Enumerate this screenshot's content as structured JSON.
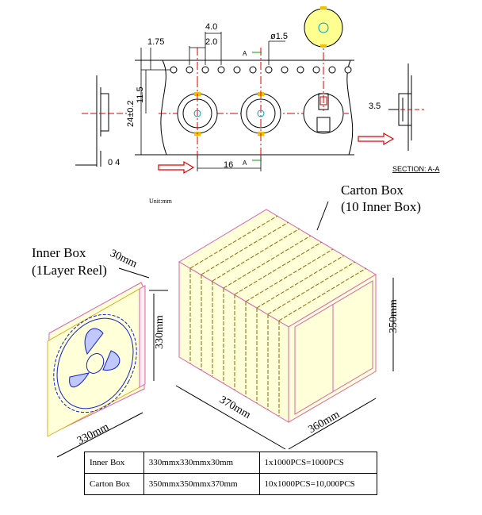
{
  "tape": {
    "dim_pitch_4": "4.0",
    "dim_2": "2.0",
    "dim_1_75": "1.75",
    "dim_hole": "ø1.5",
    "dim_11_5": "11.5",
    "dim_width": "24±0.2",
    "dim_pocket_pitch": "16",
    "dim_thickness": "0 4",
    "dim_depth": "3.5",
    "section_mark": "A",
    "section_label": "SECTION: A-A"
  },
  "unit_label": "Unit:mm",
  "carton": {
    "title_line1": "Carton Box",
    "title_line2": "(10 Inner Box)",
    "dim_height": "350mm",
    "dim_length": "370mm",
    "dim_width": "360mm"
  },
  "inner": {
    "title_line1": "Inner Box",
    "title_line2": "(1Layer Reel)",
    "dim_thickness": "30mm",
    "dim_height": "330mm",
    "dim_width": "330mm"
  },
  "table": {
    "rows": [
      {
        "name": "Inner Box",
        "size": "330mmx330mmx30mm",
        "qty": "1x1000PCS=1000PCS"
      },
      {
        "name": "Carton Box",
        "size": "350mmx350mmx370mm",
        "qty": "10x1000PCS=10,000PCS"
      }
    ]
  },
  "colors": {
    "outline": "#e060b0",
    "fill": "#ffffd8",
    "reel": "#1020d0",
    "stripe": "#8a6a10",
    "axis": "#e00000",
    "arrow": "#e00000"
  }
}
